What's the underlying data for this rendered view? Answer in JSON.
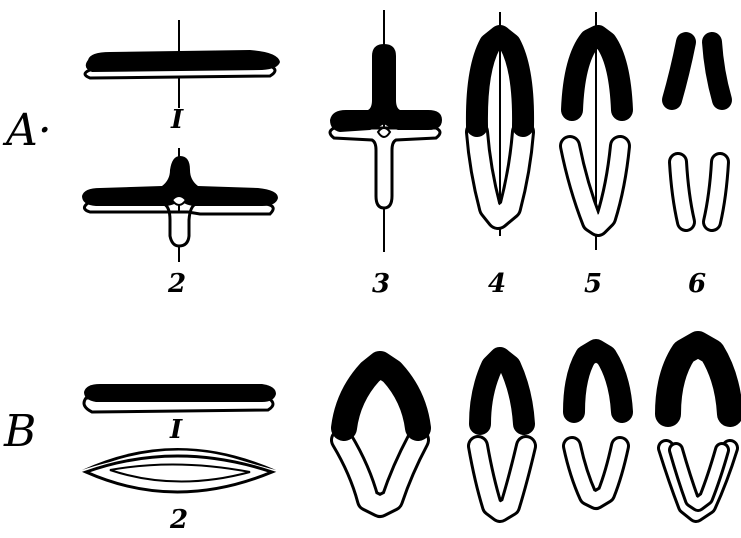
{
  "rows": [
    {
      "id": "A",
      "label": "A·",
      "panels": [
        "I",
        "2",
        "3",
        "4",
        "5",
        "6"
      ]
    },
    {
      "id": "B",
      "label": "B",
      "panels": [
        "I",
        "2"
      ]
    }
  ],
  "colors": {
    "ink": "#000000",
    "paper": "#ffffff"
  }
}
